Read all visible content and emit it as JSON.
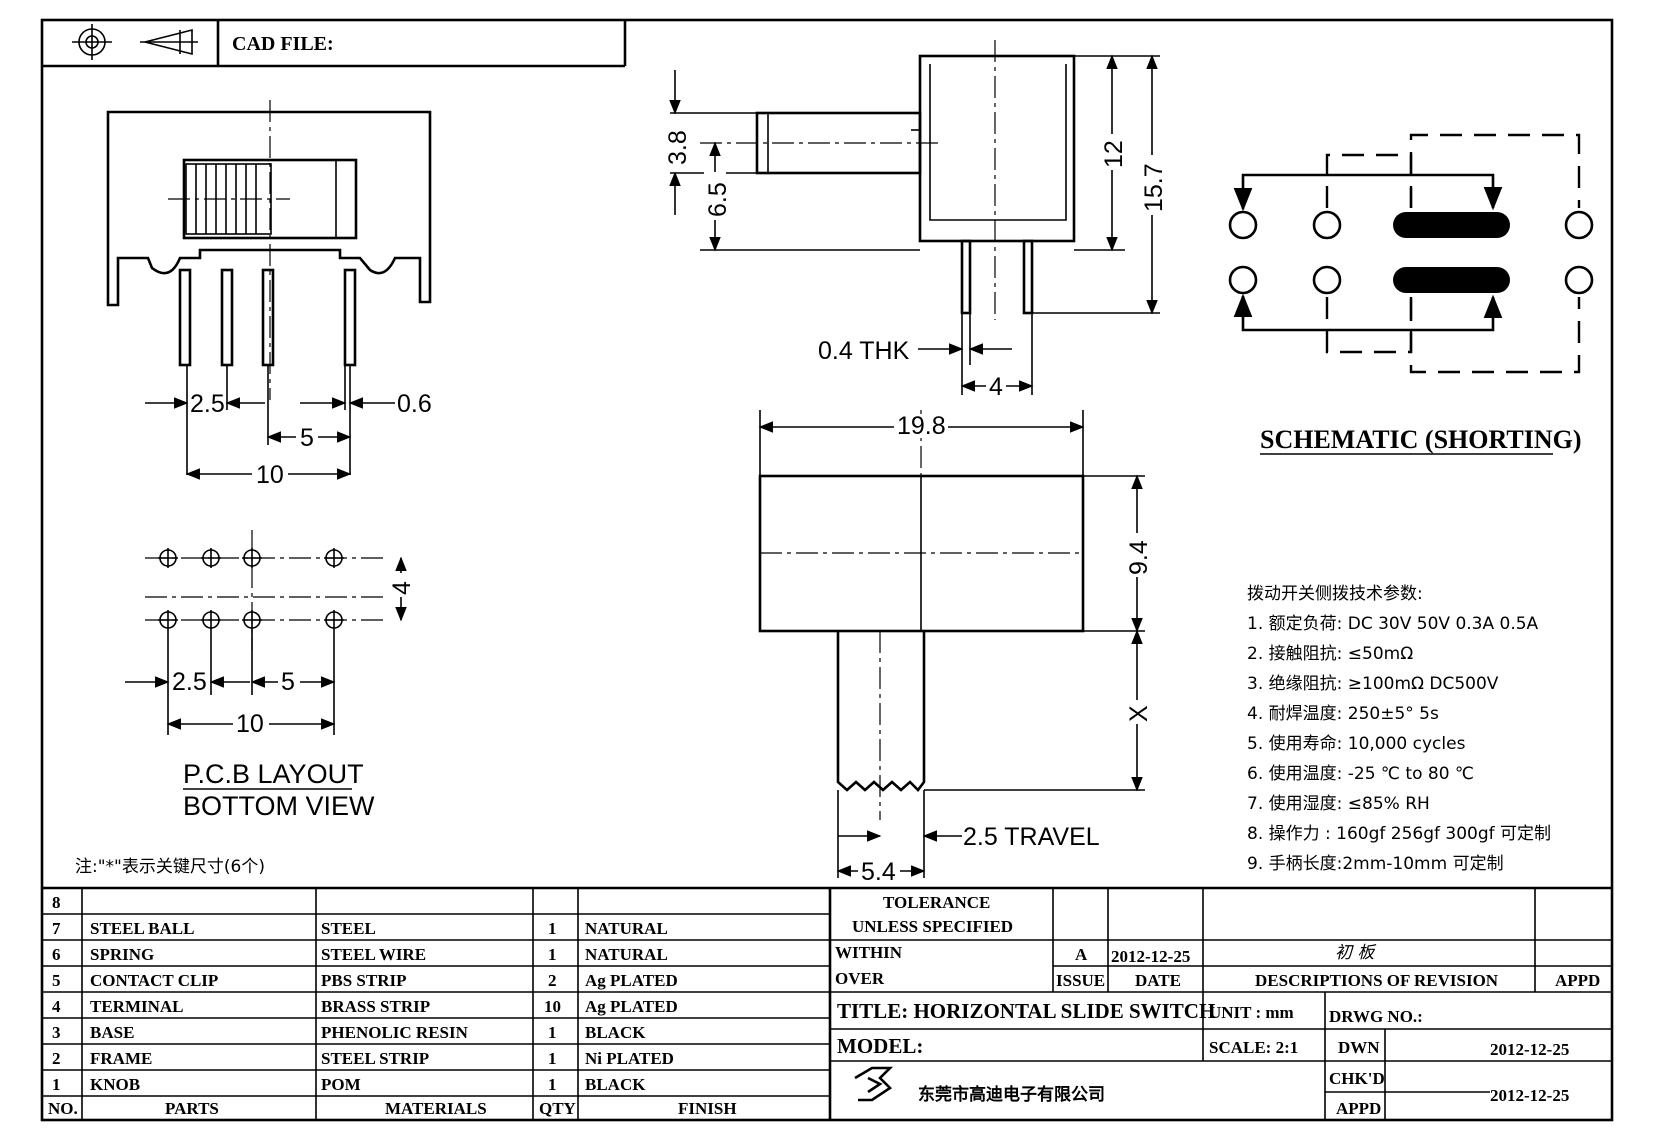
{
  "header": {
    "cad_file_label": "CAD FILE:"
  },
  "top_view_dims": {
    "pitch_small": "2.5",
    "pin_width": "0.6",
    "pitch": "5",
    "span": "10"
  },
  "side_view_dims": {
    "d_3_8": "3.8",
    "d_6_5": "6.5",
    "d_12": "12",
    "d_15_7": "15.7",
    "thk": "0.4 THK",
    "d_4": "4"
  },
  "front_view_dims": {
    "width": "19.8",
    "height": "9.4",
    "x": "X",
    "travel": "2.5 TRAVEL",
    "knob": "5.4"
  },
  "pcb": {
    "d_4": "4",
    "d_2_5": "2.5",
    "d_5": "5",
    "d_10": "10",
    "title1": "P.C.B LAYOUT",
    "title2": "BOTTOM VIEW"
  },
  "schematic": {
    "title": "SCHEMATIC (SHORTING)"
  },
  "specs": {
    "heading": "拨动开关侧拨技术参数:",
    "items": [
      "1.  额定负荷: DC 30V    50V    0.3A    0.5A",
      "2.  接触阻抗:  ≤50mΩ",
      "3.  绝缘阻抗:  ≥100mΩ  DC500V",
      "4.  耐焊温度: 250±5°  5s",
      "5.  使用寿命: 10,000 cycles",
      "6.  使用温度: -25  ℃  to 80  ℃",
      "7.  使用湿度:  ≤85% RH",
      "8.  操作力 : 160gf    256gf    300gf  可定制",
      "9.  手柄长度:2mm-10mm  可定制"
    ]
  },
  "note": "注:\"*\"表示关键尺寸(6个)",
  "bom": {
    "rows": [
      {
        "no": "8",
        "part": "",
        "material": "",
        "qty": "",
        "finish": ""
      },
      {
        "no": "7",
        "part": "STEEL BALL",
        "material": "STEEL",
        "qty": "1",
        "finish": "NATURAL"
      },
      {
        "no": "6",
        "part": "SPRING",
        "material": "STEEL WIRE",
        "qty": "1",
        "finish": "NATURAL"
      },
      {
        "no": "5",
        "part": "CONTACT CLIP",
        "material": "PBS STRIP",
        "qty": "2",
        "finish": "Ag PLATED"
      },
      {
        "no": "4",
        "part": "TERMINAL",
        "material": "BRASS STRIP",
        "qty": "10",
        "finish": "Ag PLATED"
      },
      {
        "no": "3",
        "part": "BASE",
        "material": "PHENOLIC RESIN",
        "qty": "1",
        "finish": "BLACK"
      },
      {
        "no": "2",
        "part": "FRAME",
        "material": "STEEL STRIP",
        "qty": "1",
        "finish": "Ni PLATED"
      },
      {
        "no": "1",
        "part": "KNOB",
        "material": "POM",
        "qty": "1",
        "finish": "BLACK"
      }
    ],
    "header": {
      "no": "NO.",
      "parts": "PARTS",
      "materials": "MATERIALS",
      "qty": "QTY",
      "finish": "FINISH"
    }
  },
  "title_block": {
    "tolerance1": "TOLERANCE",
    "tolerance2": "UNLESS   SPECIFIED",
    "within": "WITHIN",
    "over": "OVER",
    "issue_value": "A",
    "date_value": "2012-12-25",
    "revision_note": "初 板",
    "issue_label": "ISSUE",
    "date_label": "DATE",
    "descriptions": "DESCRIPTIONS  OF  REVISION",
    "appd": "APPD",
    "title": "TITLE:  HORIZONTAL  SLIDE  SWITCH",
    "unit": "UNIT : mm",
    "drwg_no": "DRWG  NO.:",
    "model": "MODEL:",
    "scale": "SCALE:  2:1",
    "dwn": "DWN",
    "dwn_date": "2012-12-25",
    "company": "东莞市高迪电子有限公司",
    "chkd": "CHK'D",
    "appd2": "APPD",
    "chkd_date": "2012-12-25"
  }
}
